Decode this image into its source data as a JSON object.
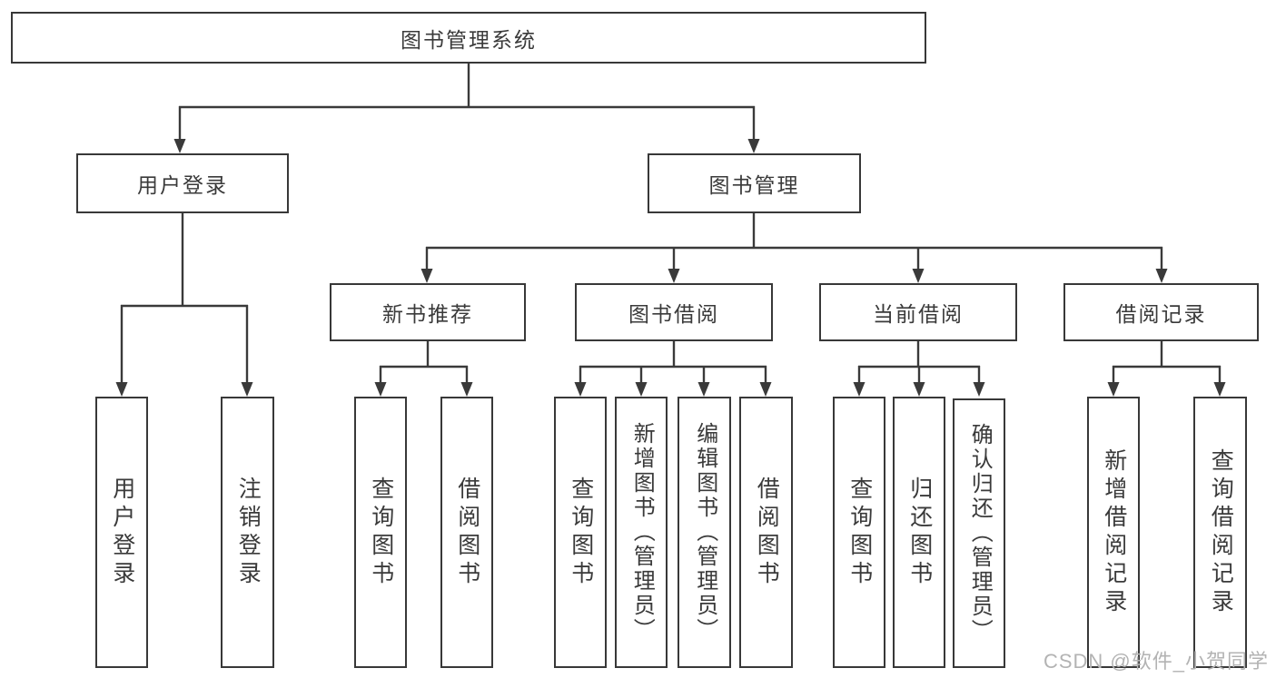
{
  "diagram_title": "图书管理系统",
  "nodes": {
    "root": "图书管理系统",
    "user_login": "用户登录",
    "book_mgmt": "图书管理",
    "new_book_rec": "新书推荐",
    "book_borrow": "图书借阅",
    "current_borrow": "当前借阅",
    "borrow_record": "借阅记录",
    "leaf_user_login": "用户登录",
    "leaf_logout": "注销登录",
    "leaf_rec_query_book": "查询图书",
    "leaf_rec_borrow_book": "借阅图书",
    "leaf_bb_query_book": "查询图书",
    "leaf_bb_add_book": "新增图书（管理员）",
    "leaf_bb_edit_book": "编辑图书（管理员）",
    "leaf_bb_borrow_book": "借阅图书",
    "leaf_cb_query_book": "查询图书",
    "leaf_cb_return_book": "归还图书",
    "leaf_cb_confirm_return": "确认归还（管理员）",
    "leaf_br_add_record": "新增借阅记录",
    "leaf_br_query_record": "查询借阅记录"
  },
  "watermark": "CSDN @软件_小贺同学",
  "colors": {
    "line": "#3a3a3a",
    "box_border": "#383838",
    "text": "#3a3a3a",
    "watermark": "#b3b3b3",
    "background": "#ffffff"
  }
}
